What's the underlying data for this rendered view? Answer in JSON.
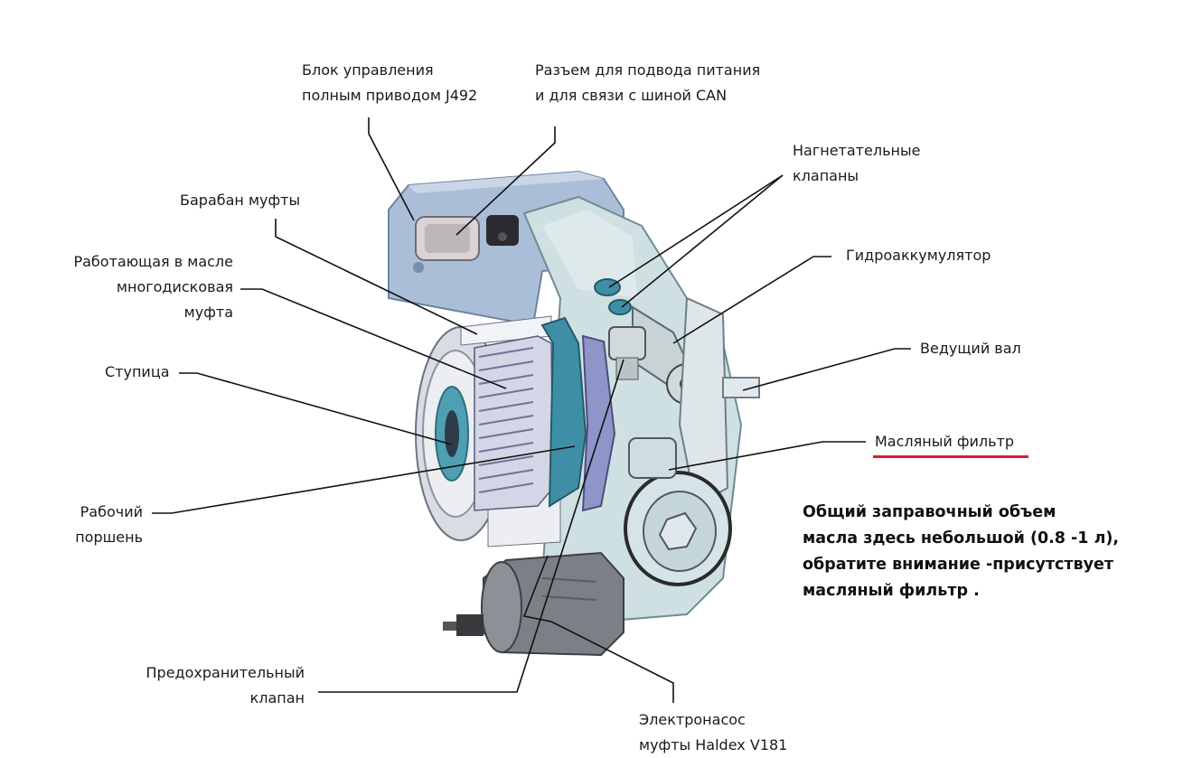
{
  "labels": {
    "control_unit": [
      "Блок управления",
      "полным приводом J492"
    ],
    "connector": [
      "Разъем для подвода питания",
      "и для связи с шиной CAN"
    ],
    "pressure_valves": [
      "Нагнетательные",
      "клапаны"
    ],
    "clutch_drum": "Барабан муфты",
    "multidisc_clutch": [
      "Работающая в масле",
      "многодисковая",
      "муфта"
    ],
    "accumulator": "Гидроаккумулятор",
    "drive_shaft": "Ведущий вал",
    "hub": "Ступица",
    "oil_filter": "Масляный фильтр",
    "working_piston": [
      "Рабочий",
      "поршень"
    ],
    "relief_valve": [
      "Предохранительный",
      "клапан"
    ],
    "pump": [
      "Электронасос",
      "муфты Haldex V181"
    ]
  },
  "note": [
    "Общий  заправочный  объем",
    "масла здесь небольшой (0.8 -1 л),",
    "обратите внимание  -присутствует",
    "масляный фильтр  ."
  ],
  "colors": {
    "accent_underline": "#e11d2a",
    "housing_blue": "#a9bcd6",
    "body_light": "#cfe0e2",
    "teal": "#3e8fa5",
    "disc": "#d8dae8",
    "pump_dark": "#7c7f86"
  }
}
